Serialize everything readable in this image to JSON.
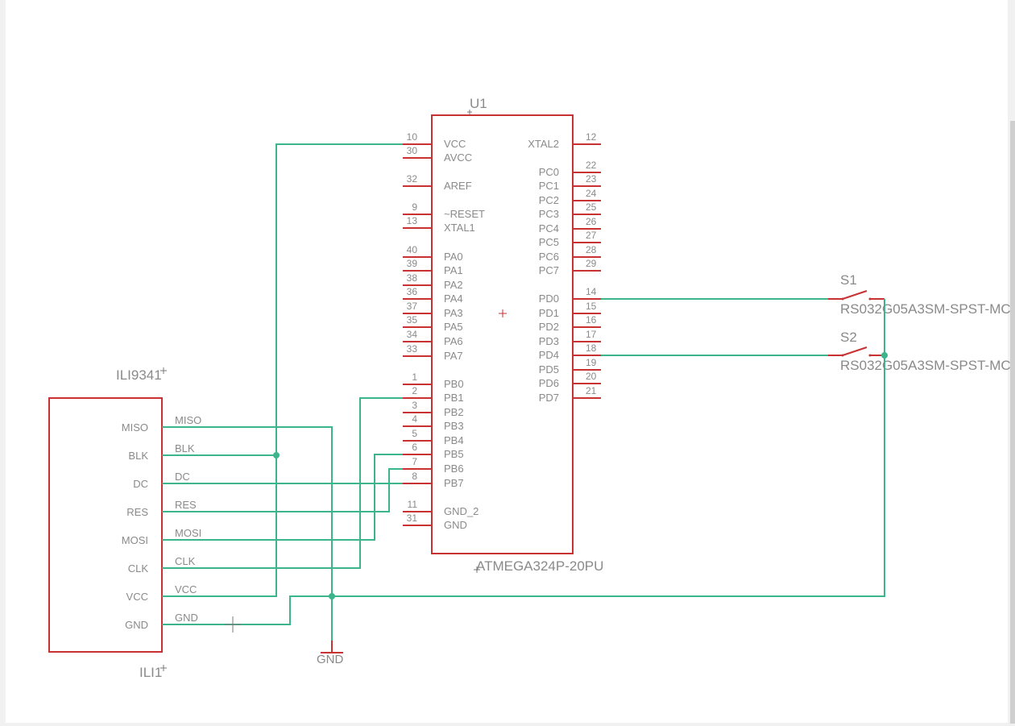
{
  "colors": {
    "symbol": "#c83232",
    "wire": "#3cb48c",
    "text": "#8a8a8a",
    "canvas": "#ffffff",
    "frame": "#f1f1f1"
  },
  "u1": {
    "name": "U1",
    "value": "ATMEGA324P-20PU",
    "left_pins": [
      {
        "num": "10",
        "name": "VCC"
      },
      {
        "num": "30",
        "name": "AVCC"
      },
      {
        "num": "32",
        "name": "AREF"
      },
      {
        "num": "9",
        "name": "~RESET"
      },
      {
        "num": "13",
        "name": "XTAL1"
      },
      {
        "num": "40",
        "name": "PA0"
      },
      {
        "num": "39",
        "name": "PA1"
      },
      {
        "num": "38",
        "name": "PA2"
      },
      {
        "num": "36",
        "name": "PA4"
      },
      {
        "num": "37",
        "name": "PA3"
      },
      {
        "num": "35",
        "name": "PA5"
      },
      {
        "num": "34",
        "name": "PA6"
      },
      {
        "num": "33",
        "name": "PA7"
      },
      {
        "num": "1",
        "name": "PB0"
      },
      {
        "num": "2",
        "name": "PB1"
      },
      {
        "num": "3",
        "name": "PB2"
      },
      {
        "num": "4",
        "name": "PB3"
      },
      {
        "num": "5",
        "name": "PB4"
      },
      {
        "num": "6",
        "name": "PB5"
      },
      {
        "num": "7",
        "name": "PB6"
      },
      {
        "num": "8",
        "name": "PB7"
      },
      {
        "num": "11",
        "name": "GND_2"
      },
      {
        "num": "31",
        "name": "GND"
      }
    ],
    "right_pins": [
      {
        "num": "12",
        "name": "XTAL2"
      },
      {
        "num": "22",
        "name": "PC0"
      },
      {
        "num": "23",
        "name": "PC1"
      },
      {
        "num": "24",
        "name": "PC2"
      },
      {
        "num": "25",
        "name": "PC3"
      },
      {
        "num": "26",
        "name": "PC4"
      },
      {
        "num": "27",
        "name": "PC5"
      },
      {
        "num": "28",
        "name": "PC6"
      },
      {
        "num": "29",
        "name": "PC7"
      },
      {
        "num": "14",
        "name": "PD0"
      },
      {
        "num": "15",
        "name": "PD1"
      },
      {
        "num": "16",
        "name": "PD2"
      },
      {
        "num": "17",
        "name": "PD3"
      },
      {
        "num": "18",
        "name": "PD4"
      },
      {
        "num": "19",
        "name": "PD5"
      },
      {
        "num": "20",
        "name": "PD6"
      },
      {
        "num": "21",
        "name": "PD7"
      }
    ]
  },
  "ili": {
    "value": "ILI9341",
    "name": "ILI1",
    "pins": [
      "MISO",
      "BLK",
      "DC",
      "RES",
      "MOSI",
      "CLK",
      "VCC",
      "GND"
    ]
  },
  "switches": [
    {
      "name": "S1",
      "value": "RS032G05A3SM-SPST-MC"
    },
    {
      "name": "S2",
      "value": "RS032G05A3SM-SPST-MC"
    }
  ],
  "gnd_label": "GND"
}
